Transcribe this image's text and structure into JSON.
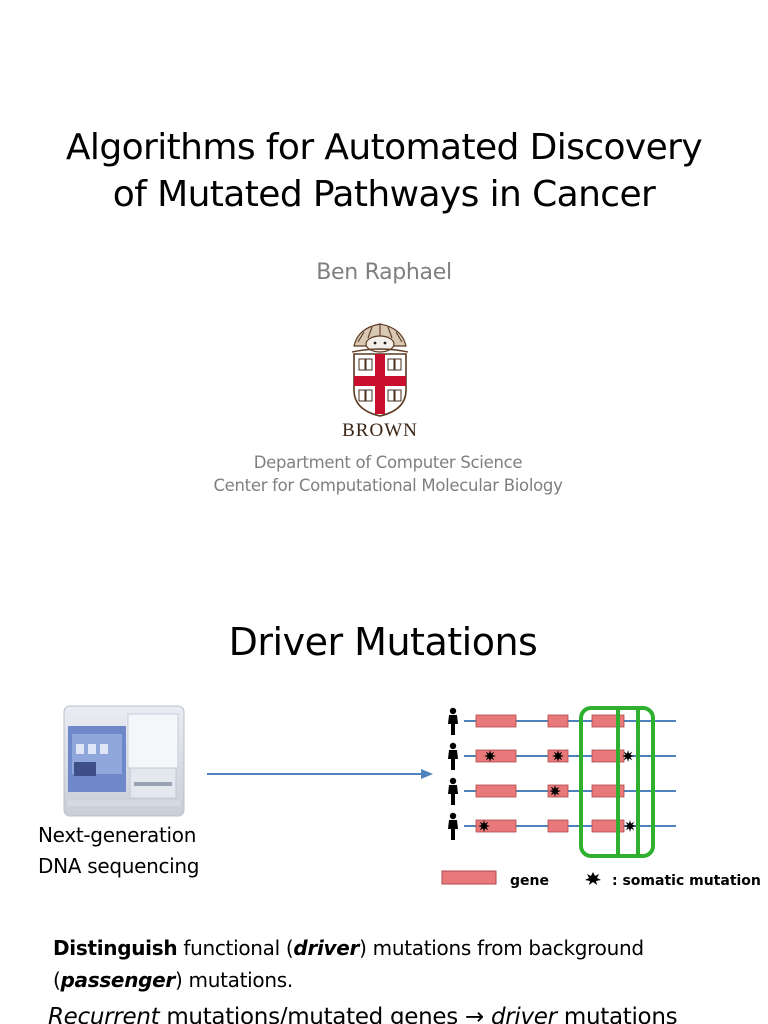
{
  "slide1": {
    "title_line1": "Algorithms for Automated Discovery",
    "title_line2": "of Mutated Pathways in Cancer",
    "author": "Ben Raphael",
    "logo_text": "BROWN",
    "dept_line1": "Department of Computer Science",
    "dept_line2": "Center for Computational Molecular Biology",
    "colors": {
      "subtitle_gray": "#7f7f7f",
      "brown_red": "#c8102e"
    }
  },
  "slide2": {
    "title": "Driver Mutations",
    "sequencer_caption_line1": "Next-generation",
    "sequencer_caption_line2": "DNA sequencing",
    "legend_gene": "gene",
    "legend_mutation": ": somatic mutation",
    "para_distinguish": "Distinguish",
    "para_functional": " functional (",
    "para_driver": "driver",
    "para_from": ") mutations from background",
    "para_open": "(",
    "para_passenger": "passenger",
    "para_end": ") mutations.",
    "recurrent_word": "Recurrent",
    "recurrent_mid": " mutations/mutated genes ",
    "recurrent_arrow": "→",
    "recurrent_driver": "driver",
    "recurrent_end": " mutations",
    "colors": {
      "gene_fill": "#e8787a",
      "line_blue": "#4f81bd",
      "highlight_green": "#2fb02f",
      "arrow_blue": "#4f81bd"
    }
  }
}
